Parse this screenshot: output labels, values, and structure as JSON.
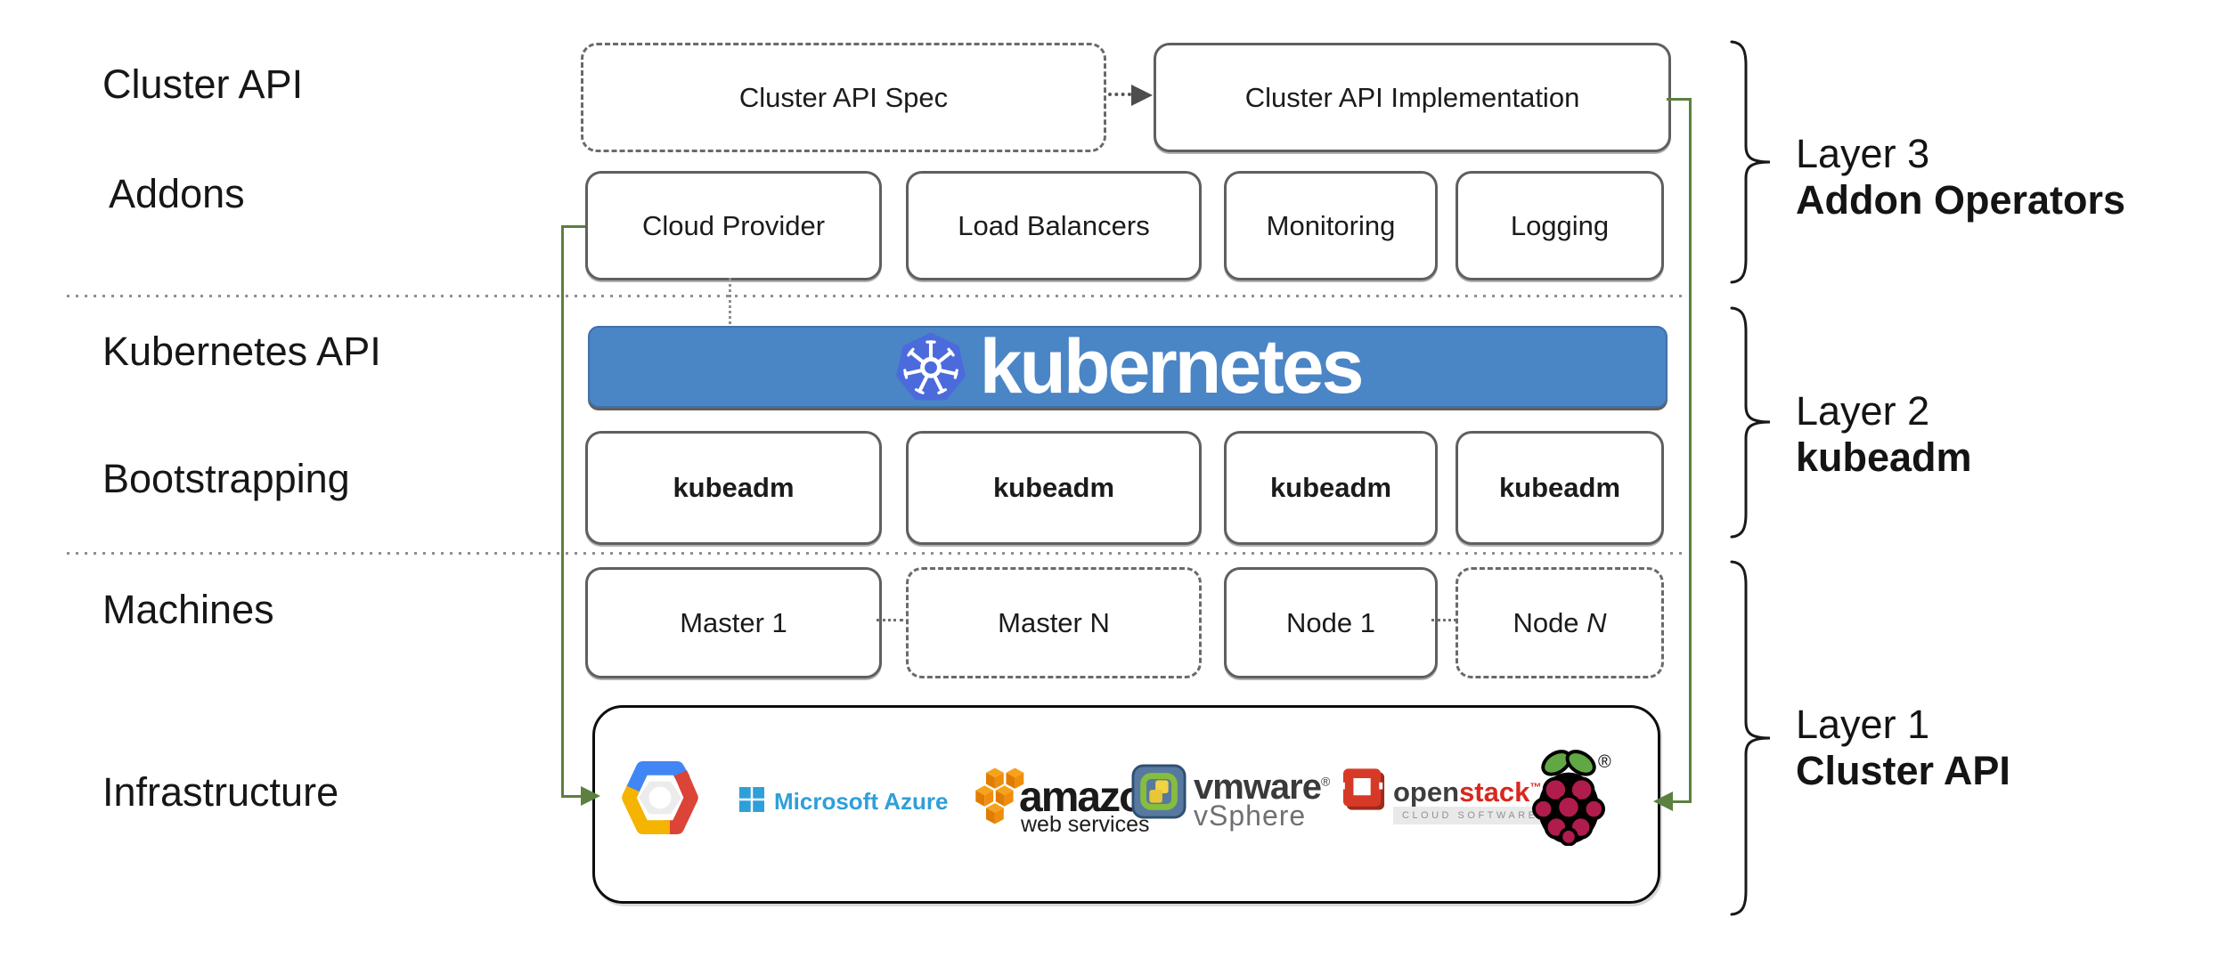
{
  "left_labels": [
    "Cluster API",
    "Addons",
    "Kubernetes API",
    "Bootstrapping",
    "Machines",
    "Infrastructure"
  ],
  "cluster_api_row": {
    "spec": "Cluster API Spec",
    "implementation": "Cluster API Implementation"
  },
  "addons_row": [
    "Cloud Provider",
    "Load Balancers",
    "Monitoring",
    "Logging"
  ],
  "kubernetes_banner": {
    "wordmark": "kubernetes"
  },
  "bootstrapping_row": [
    "kubeadm",
    "kubeadm",
    "kubeadm",
    "kubeadm"
  ],
  "machines_row": [
    {
      "label": "Master 1"
    },
    {
      "label": "Master N"
    },
    {
      "label": "Node 1"
    },
    {
      "label": "Node ",
      "italic_suffix": "N"
    }
  ],
  "infrastructure": {
    "azure": {
      "wordmark": "Microsoft Azure"
    },
    "aws": {
      "wordmark": "amazon",
      "subtext": "web services"
    },
    "vmware": {
      "wordmark": "vmware",
      "trademark": "®",
      "subtext": "vSphere"
    },
    "openstack": {
      "word_open": "open",
      "word_stack": "stack",
      "trademark": "™",
      "subtext": "CLOUD SOFTWARE"
    },
    "raspberry_pi": {
      "trademark": "®"
    }
  },
  "layer_annotations": [
    {
      "title": "Layer 3",
      "subtitle": "Addon Operators"
    },
    {
      "title": "Layer 2",
      "subtitle": "kubeadm"
    },
    {
      "title": "Layer 1",
      "subtitle": "Cluster API"
    }
  ],
  "colors": {
    "banner_blue": "#4a85c6",
    "kubernetes_logo_blue": "#4b6bdc",
    "arrow_green": "#5c8040",
    "box_border_gray": "#5f5f5f",
    "azure_blue": "#2f9fd9",
    "aws_orange": "#ec8c00",
    "vmware_icon_blue": "#58799f",
    "vsphere_green": "#86bd3f",
    "vsphere_yellow": "#f2d341",
    "openstack_red": "#d8281e",
    "raspberry_crimson": "#b01c4c",
    "raspberry_leaf_green": "#61a744",
    "gcp_blue": "#4285f4",
    "gcp_red": "#db4437",
    "gcp_yellow": "#f4b400"
  }
}
